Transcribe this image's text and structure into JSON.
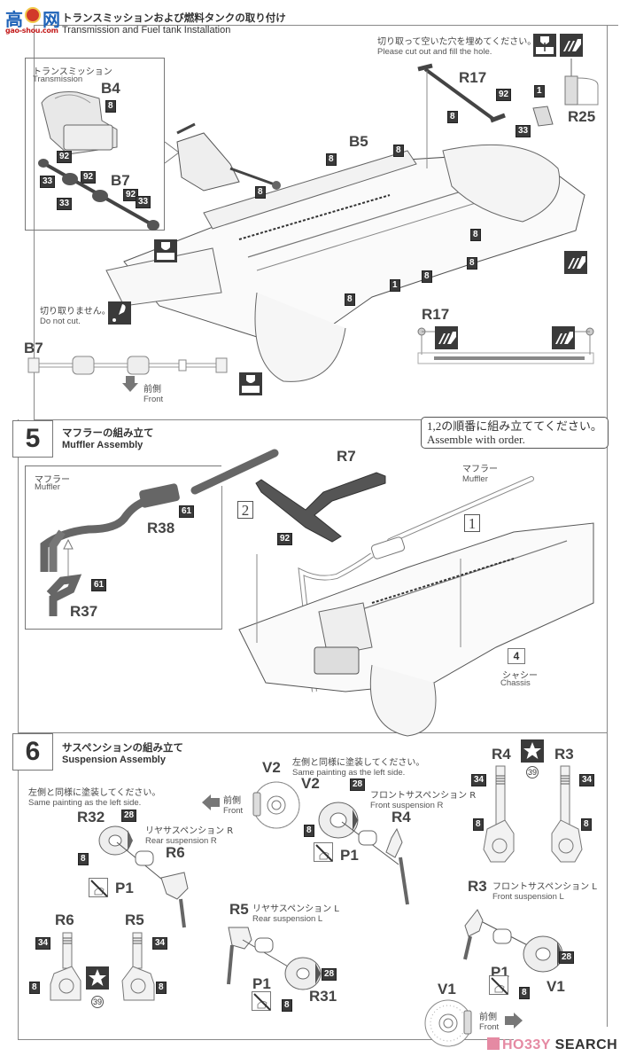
{
  "watermarks": {
    "top_left_main": "高",
    "top_left_right": "网",
    "top_left_sub": "gao-shou.com",
    "bottom_right_brand_a": "HO33Y",
    "bottom_right_brand_b": "SEARCH"
  },
  "step4": {
    "title_jp": "トランスミッションおよび燃料タンクの取り付け",
    "title_en": "Transmission and Fuel tank Installation",
    "cutout_note_jp": "切り取って空いた穴を埋めてください。",
    "cutout_note_en": "Please cut out and fill the hole.",
    "inset": {
      "label_jp": "トランスミッション",
      "label_en": "Transmission",
      "parts": [
        "B4",
        "B7"
      ],
      "paint_codes": [
        "8",
        "92",
        "92",
        "33",
        "33",
        "92",
        "33"
      ]
    },
    "parts": {
      "b5": "B5",
      "r17": "R17",
      "r25": "R25",
      "b7_detail": "B7",
      "r17_detail": "R17"
    },
    "paint_codes": {
      "r17_a": "92",
      "r17_b": "8",
      "r25": "1",
      "tank": "33",
      "chassis": [
        "8",
        "8",
        "8",
        "8",
        "8",
        "1",
        "8",
        "8",
        "8",
        "8"
      ]
    },
    "do_not_cut_jp": "切り取りません。",
    "do_not_cut_en": "Do not cut.",
    "front_jp": "前側",
    "front_en": "Front"
  },
  "step5": {
    "number": "5",
    "title_jp": "マフラーの組み立て",
    "title_en": "Muffler Assembly",
    "order_note_jp": "1,2の順番に組み立ててください。",
    "order_note_en": "Assemble with order.",
    "inset": {
      "label_jp": "マフラー",
      "label_en": "Muffler",
      "parts": [
        "R38",
        "R37"
      ],
      "paint_codes": [
        "61",
        "61"
      ]
    },
    "muffler_label_jp": "マフラー",
    "muffler_label_en": "Muffler",
    "part_r7": "R7",
    "paint_r7": "92",
    "seq_1": "1",
    "seq_2": "2",
    "chassis_number": "4",
    "chassis_jp": "シャシー",
    "chassis_en": "Chassis"
  },
  "step6": {
    "number": "6",
    "title_jp": "サスペンションの組み立て",
    "title_en": "Suspension Assembly",
    "same_paint_jp": "左側と同様に塗装してください。",
    "same_paint_en": "Same painting as the left side.",
    "front_jp": "前側",
    "front_en": "Front",
    "rear_r": {
      "label_jp": "リヤサスペンション R",
      "label_en": "Rear suspension R",
      "parts": [
        "R32",
        "R6",
        "P1"
      ],
      "paint_codes": [
        "28",
        "8"
      ]
    },
    "front_r": {
      "label_jp": "フロントサスペンション R",
      "label_en": "Front suspension R",
      "parts": [
        "V2",
        "V2",
        "R4",
        "P1"
      ],
      "paint_codes": [
        "28",
        "8"
      ]
    },
    "front_l": {
      "label_jp": "フロントサスペンション L",
      "label_en": "Front suspension L",
      "parts": [
        "R3",
        "P1",
        "V1",
        "V1"
      ],
      "paint_codes": [
        "28",
        "8"
      ]
    },
    "rear_l": {
      "label_jp": "リヤサスペンション L",
      "label_en": "Rear suspension L",
      "parts": [
        "R5",
        "P1",
        "R31"
      ],
      "paint_codes": [
        "28",
        "8"
      ]
    },
    "decal_front": {
      "parts": [
        "R4",
        "R3"
      ],
      "paint_codes": [
        "34",
        "8",
        "34",
        "8"
      ],
      "decal_number": "39"
    },
    "decal_rear": {
      "parts": [
        "R6",
        "R5"
      ],
      "paint_codes": [
        "34",
        "8",
        "34",
        "8"
      ],
      "decal_number": "39"
    }
  }
}
